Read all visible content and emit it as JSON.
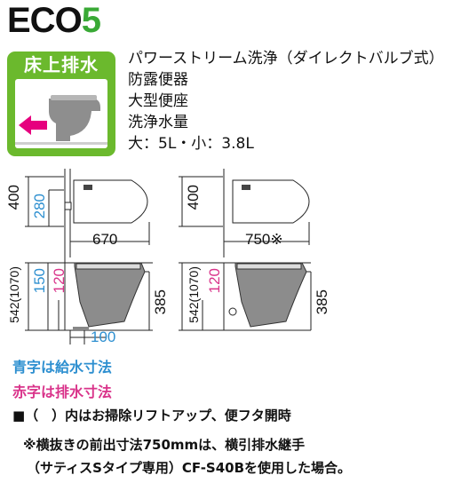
{
  "brand": {
    "prefix": "ECO",
    "number": "5"
  },
  "badge": {
    "label": "床上排水"
  },
  "features": [
    "パワーストリーム洗浄（ダイレクトバルブ式）",
    "防露便器",
    "大型便座",
    "洗浄水量",
    "大：5L・小：3.8L"
  ],
  "diagram_left": {
    "top": {
      "height": "400",
      "supply_height": "280",
      "length": "670"
    },
    "side": {
      "supply_150": "150",
      "drain_120": "120",
      "height_385": "385",
      "overall": "542(1070)",
      "offset": "100"
    }
  },
  "diagram_right": {
    "top": {
      "height": "400",
      "length": "750※"
    },
    "side": {
      "drain_120": "120",
      "height_385": "385",
      "overall": "542(1070)"
    }
  },
  "legend": {
    "blue": "青字は給水寸法",
    "red": "赤字は排水寸法"
  },
  "notes": {
    "n1": "■（　）内はお掃除リフトアップ、便フタ開時",
    "n2": "※横抜きの前出寸法750mmは、横引排水継手",
    "n3": "（サティスSタイプ専用）CF-S40Bを使用した場合。"
  },
  "colors": {
    "green": "#6bb92d",
    "brand_green": "#39a935",
    "blue": "#2d8fd0",
    "red": "#d9338a"
  }
}
